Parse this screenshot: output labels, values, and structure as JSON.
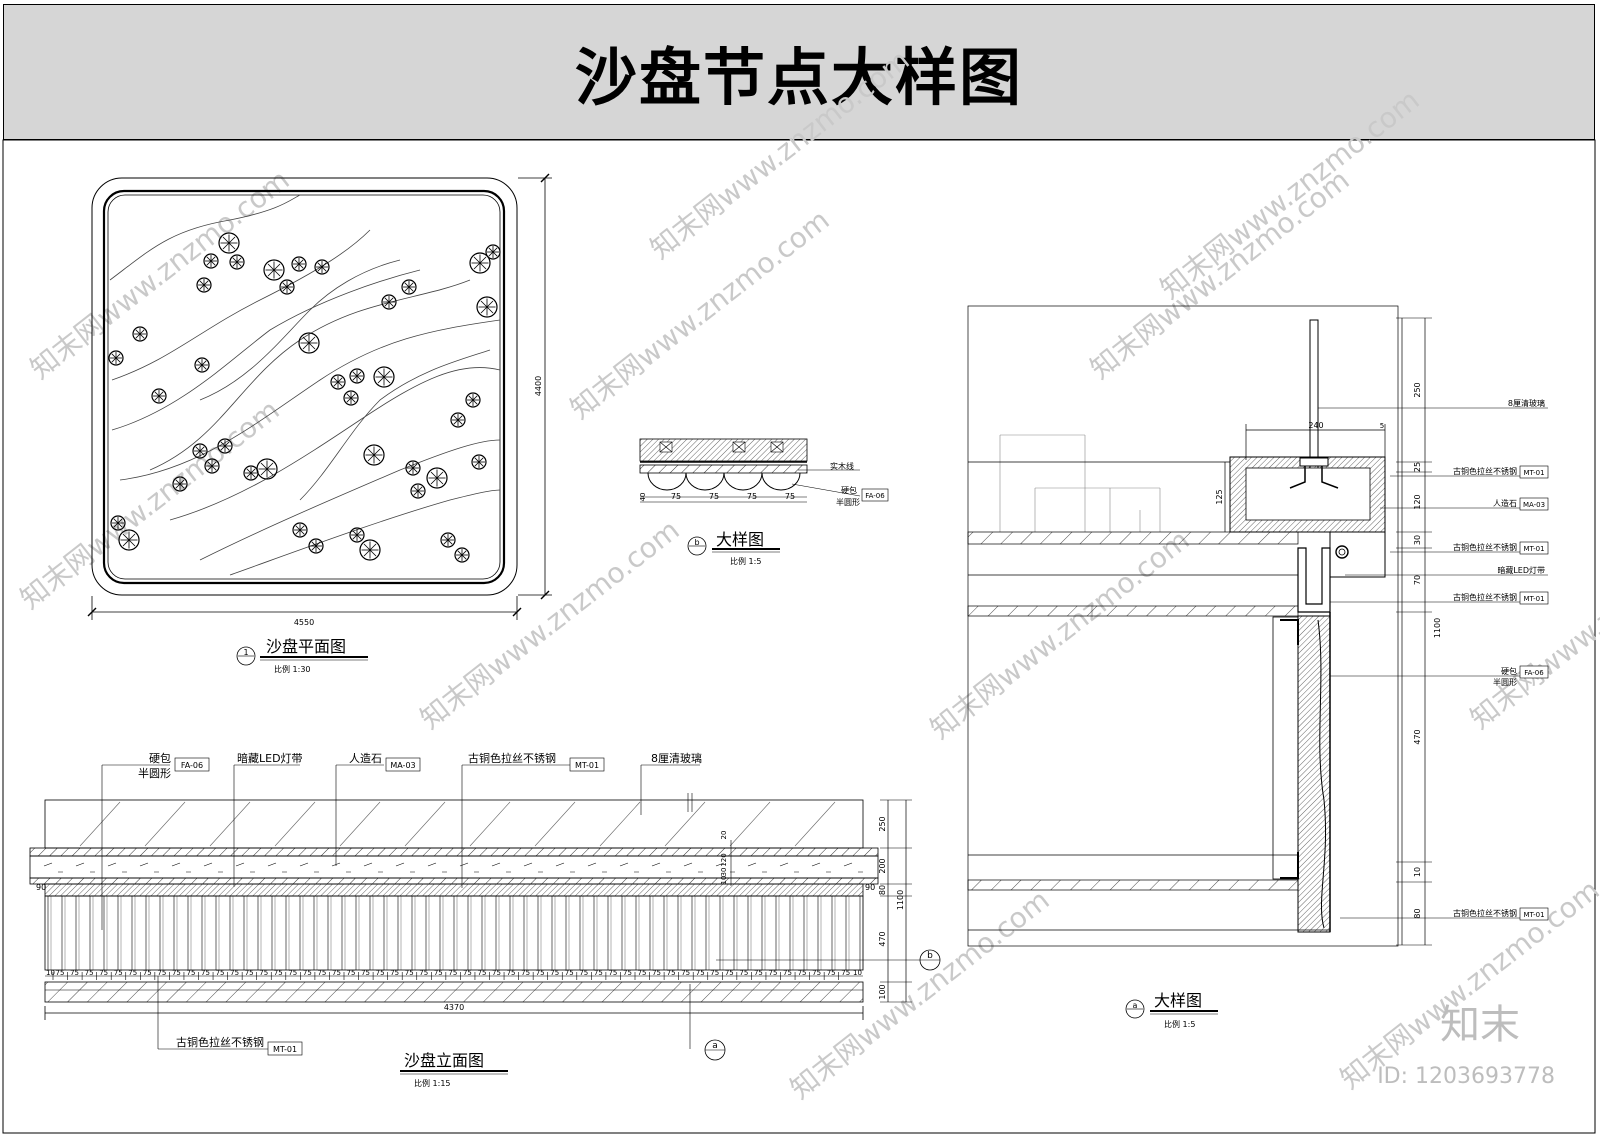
{
  "title": "沙盘节点大样图",
  "plan": {
    "label": "沙盘平面图",
    "scale": "比例 1:30",
    "index": "1",
    "dim_width": "4550",
    "dim_height": "4400"
  },
  "detail_b": {
    "label": "大样图",
    "scale": "比例 1:5",
    "index": "b",
    "callout_1": "实木线",
    "callout_2a": "硬包",
    "callout_2b": "半圆形",
    "tag": "FA-06",
    "dims": [
      "40",
      "75",
      "75",
      "75",
      "75"
    ]
  },
  "elevation": {
    "label": "沙盘立面图",
    "scale": "比例 1:15",
    "callouts": {
      "hardpack": "硬包",
      "semicircle": "半圆形",
      "fa06": "FA-06",
      "led": "暗藏LED灯带",
      "stone": "人造石",
      "ma03": "MA-03",
      "steel": "古铜色拉丝不锈钢",
      "mt01": "MT-01",
      "glass": "8厘清玻璃"
    },
    "bottom_callout": "古铜色拉丝不锈钢",
    "bottom_tag": "MT-01",
    "dim_total": "4370",
    "dim_side": "90",
    "dim_pitch": "75",
    "dim_edge": "10",
    "dims_right": [
      "250",
      "200",
      "80",
      "470",
      "100"
    ],
    "dims_total_height": "1100",
    "dims_small": [
      "20",
      "120",
      "30",
      "10"
    ],
    "section_a": "a",
    "section_b": "b"
  },
  "detail_a": {
    "label": "大样图",
    "scale": "比例 1:5",
    "index": "a",
    "callouts": [
      {
        "text": "8厘清玻璃"
      },
      {
        "text": "古铜色拉丝不锈钢",
        "tag": "MT-01"
      },
      {
        "text": "人造石",
        "tag": "MA-03"
      },
      {
        "text": "古铜色拉丝不锈钢",
        "tag": "MT-01"
      },
      {
        "text": "暗藏LED灯带"
      },
      {
        "text": "古铜色拉丝不锈钢",
        "tag": "MT-01"
      },
      {
        "text": "硬包",
        "text2": "半圆形",
        "tag": "FA-06"
      },
      {
        "text": "古铜色拉丝不锈钢",
        "tag": "MT-01"
      }
    ],
    "dims_vertical": [
      "250",
      "25",
      "120",
      "30",
      "70",
      "470",
      "10",
      "80"
    ],
    "dim_total": "1100",
    "dim_240": "240",
    "dim_5": "5",
    "dim_125": "125"
  },
  "branding": {
    "logo_text": "知末",
    "id_text": "ID: 1203693778",
    "watermark": "知末网www.znzmo.com"
  }
}
